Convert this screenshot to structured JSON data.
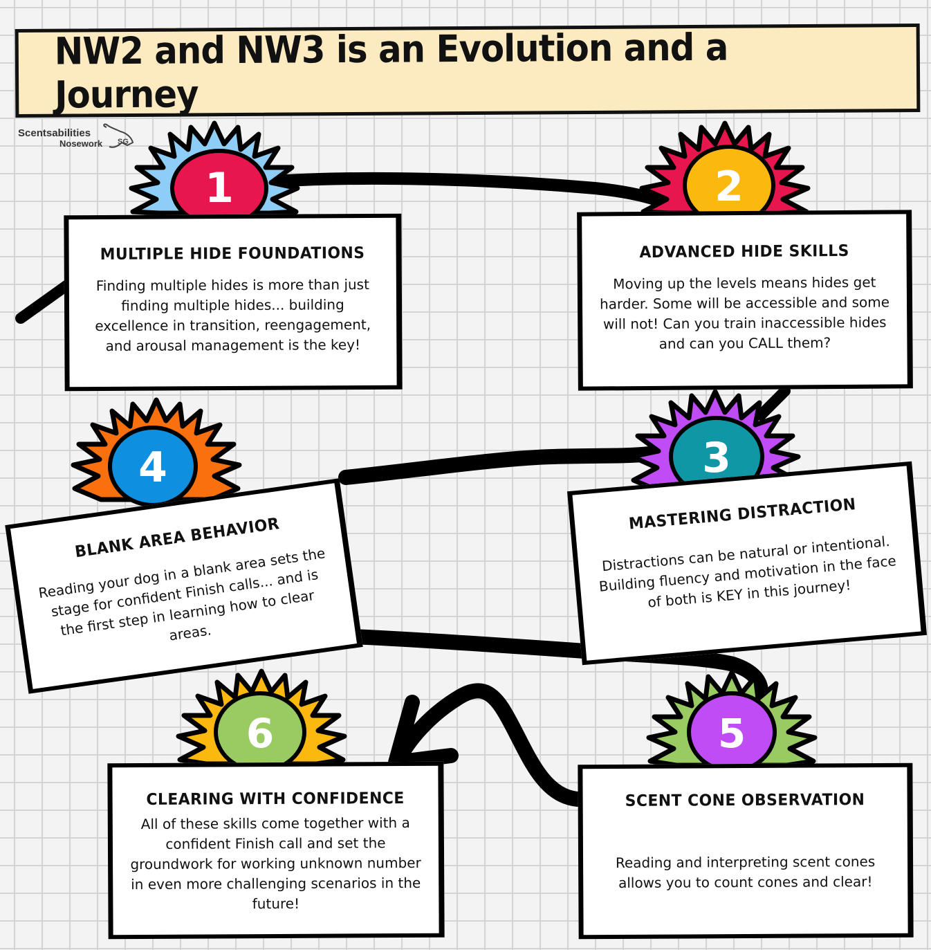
{
  "title": "NW2 and NW3 is an Evolution and a Journey",
  "logo": {
    "line1": "Scentsabilities",
    "line2": "Nosework",
    "icon": "dog-head-icon"
  },
  "colors": {
    "background": "#f3f3f3",
    "grid": "#d4d4d4",
    "title_bg": "#fcebc0",
    "card_bg": "#ffffff",
    "outline": "#111111"
  },
  "steps": [
    {
      "number": "1",
      "heading": "Multiple Hide Foundations",
      "body": "Finding multiple hides is more than just finding multiple hides...  building excellence in transition, reengagement, and arousal management is the key!",
      "burst_color": "#8ecdf5",
      "circle_color": "#e8164f"
    },
    {
      "number": "2",
      "heading": "Advanced Hide Skills",
      "body": "Moving up the levels means hides get harder. Some will be accessible and some will not!  Can you train inaccessible hides and can you CALL them?",
      "burst_color": "#e8164f",
      "circle_color": "#fbb80f"
    },
    {
      "number": "3",
      "heading": "Mastering Distraction",
      "body": "Distractions can be natural or intentional. Building fluency and motivation in the face of both is KEY in this journey!",
      "burst_color": "#c04cf5",
      "circle_color": "#0f97a6"
    },
    {
      "number": "4",
      "heading": "Blank Area Behavior",
      "body": "Reading your dog in a blank area sets the stage for confident Finish calls...  and is the first step in learning how to clear areas.",
      "burst_color": "#f9700e",
      "circle_color": "#0f8fe0"
    },
    {
      "number": "5",
      "heading": "Scent Cone Observation",
      "body": "Reading and interpreting scent cones allows you to count cones and clear!",
      "burst_color": "#9acb63",
      "circle_color": "#c04cf5"
    },
    {
      "number": "6",
      "heading": "Clearing With Confidence",
      "body": "All of these skills come together with a confident Finish call and set the groundwork for working unknown number in even more challenging scenarios in the future!",
      "burst_color": "#fbb80f",
      "circle_color": "#9acb63"
    }
  ]
}
